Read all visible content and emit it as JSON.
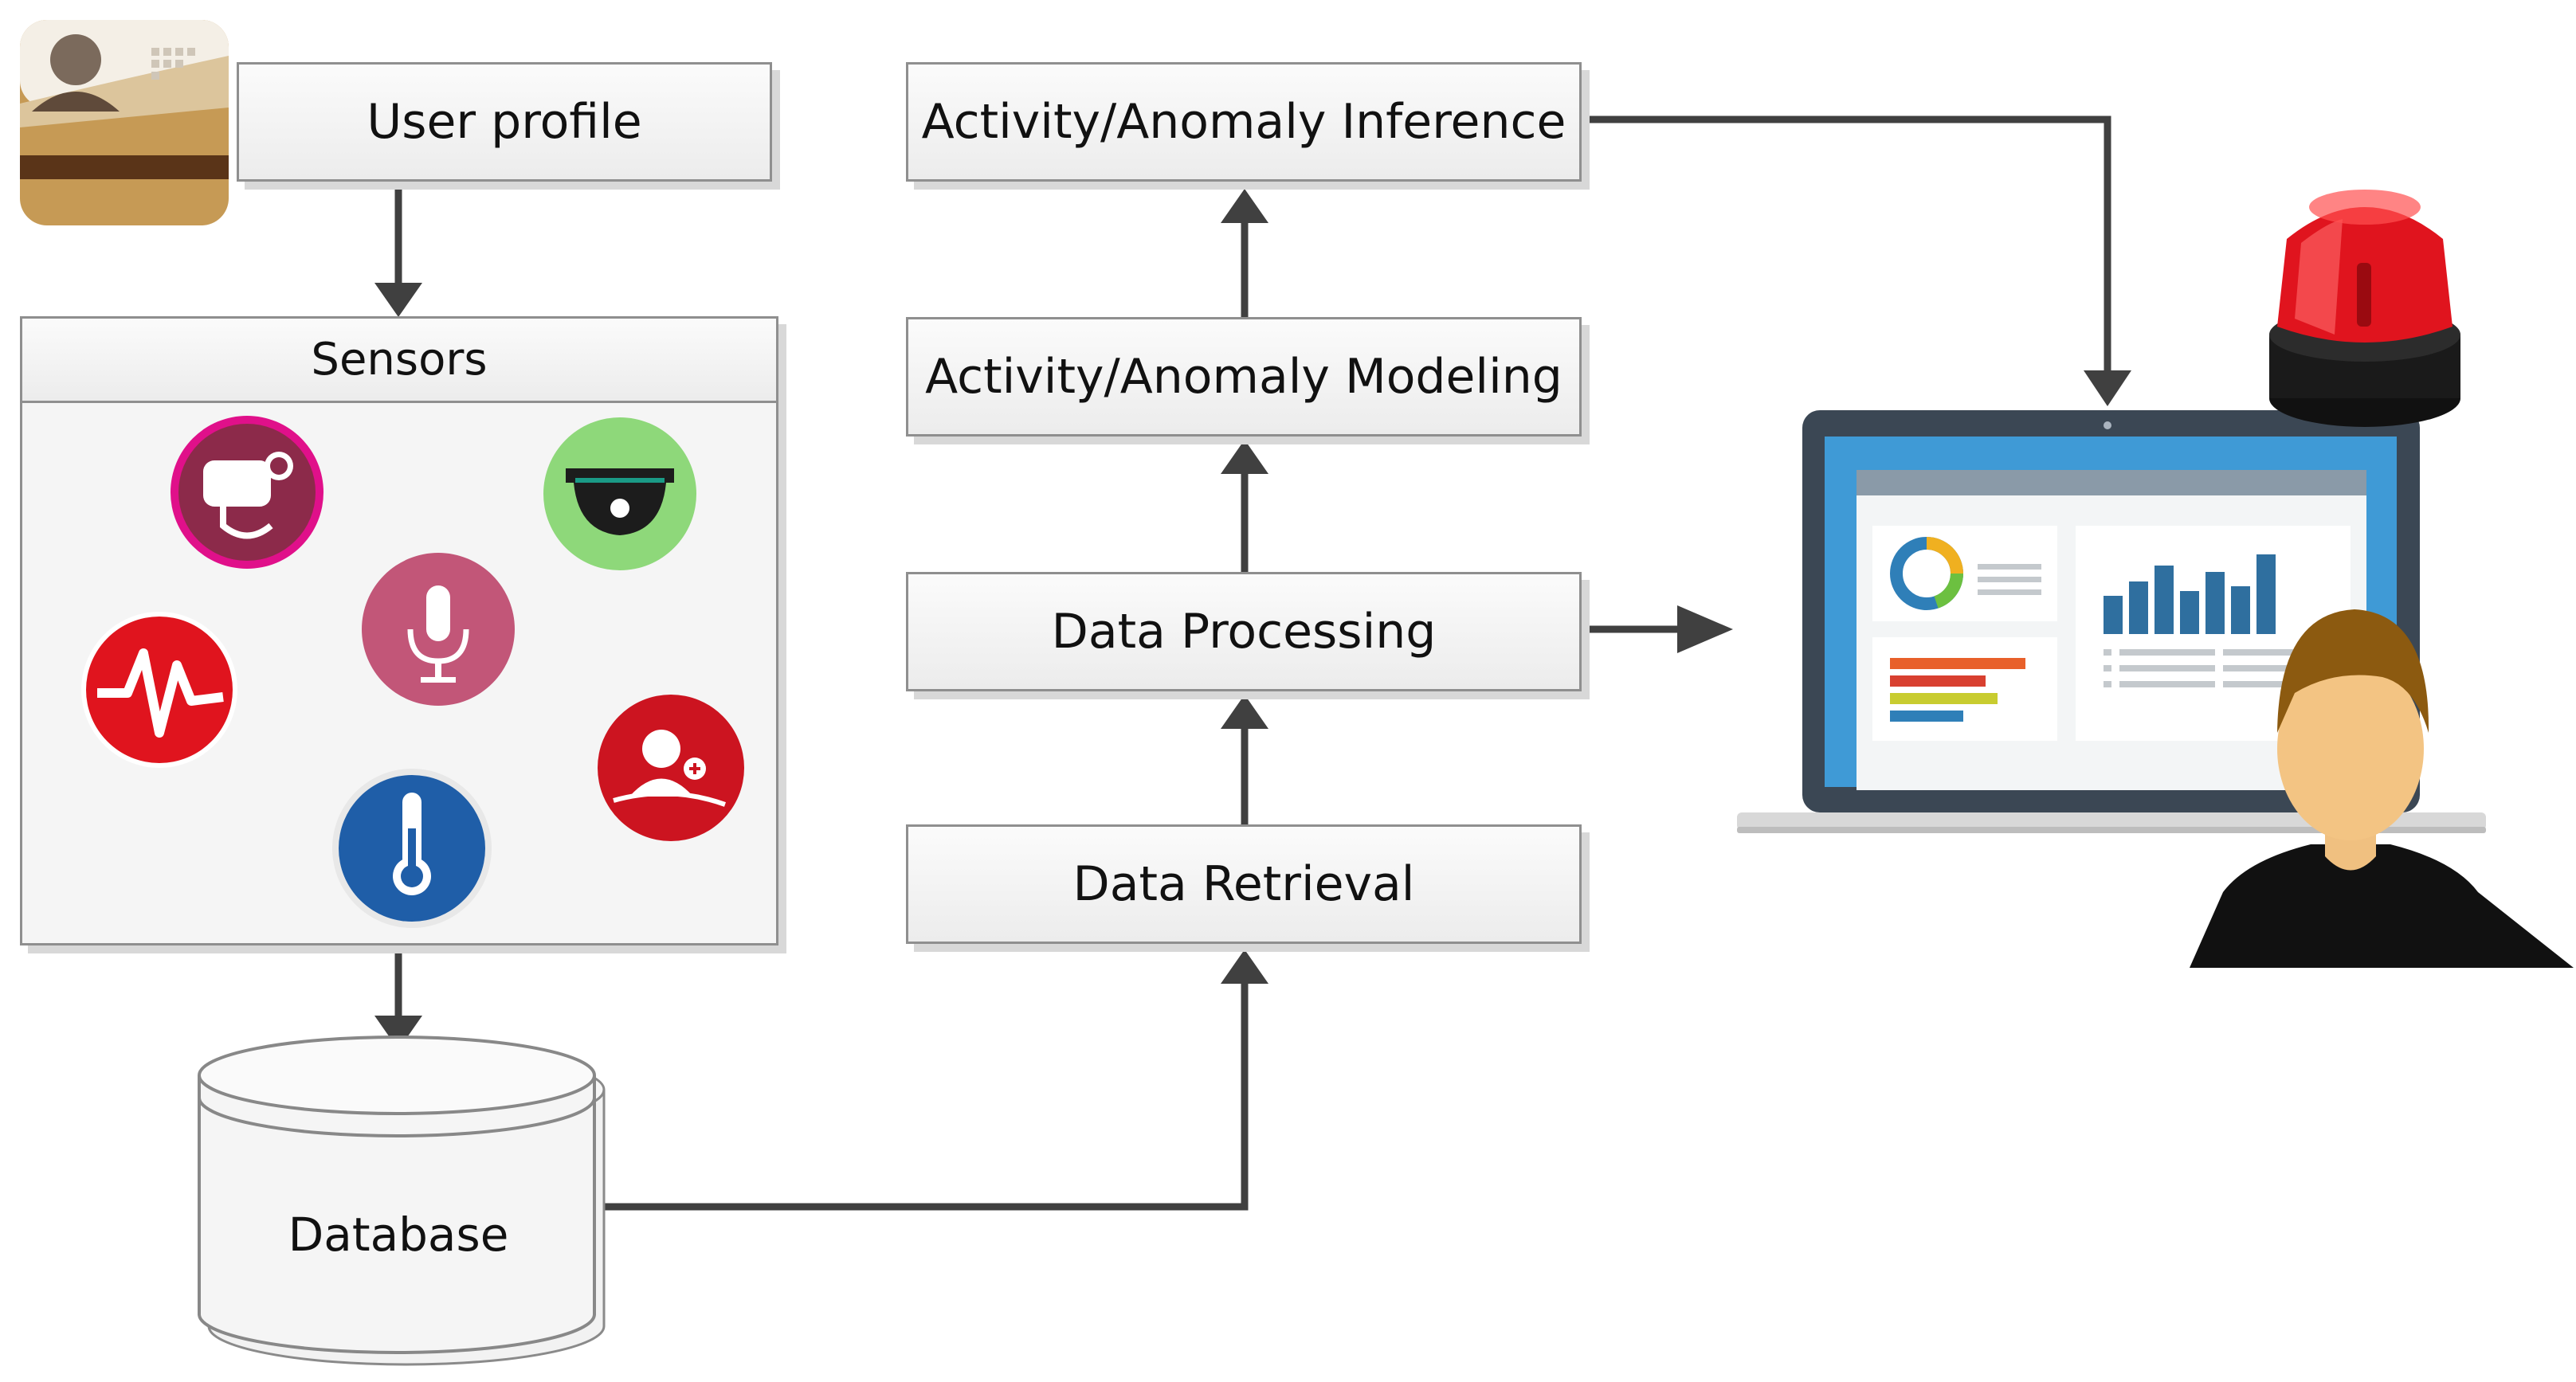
{
  "user_profile": {
    "label": "User profile"
  },
  "sensors": {
    "label": "Sensors"
  },
  "database": {
    "label": "Database"
  },
  "pipeline": {
    "inference": "Activity/Anomaly Inference",
    "modeling": "Activity/Anomaly Modeling",
    "processing": "Data Processing",
    "retrieval": "Data Retrieval"
  },
  "icons": [
    "profile-card-icon",
    "blood-pressure-icon",
    "camera-icon",
    "heartbeat-icon",
    "microphone-icon",
    "add-person-icon",
    "thermometer-icon",
    "alarm-beacon-icon",
    "laptop-dashboard-icon",
    "user-icon"
  ],
  "colors": {
    "arrow": "#404040",
    "box_border": "#8f8f8f",
    "alarm_red": "#e0141e",
    "dashboard_blue": "#2f7fb8"
  }
}
